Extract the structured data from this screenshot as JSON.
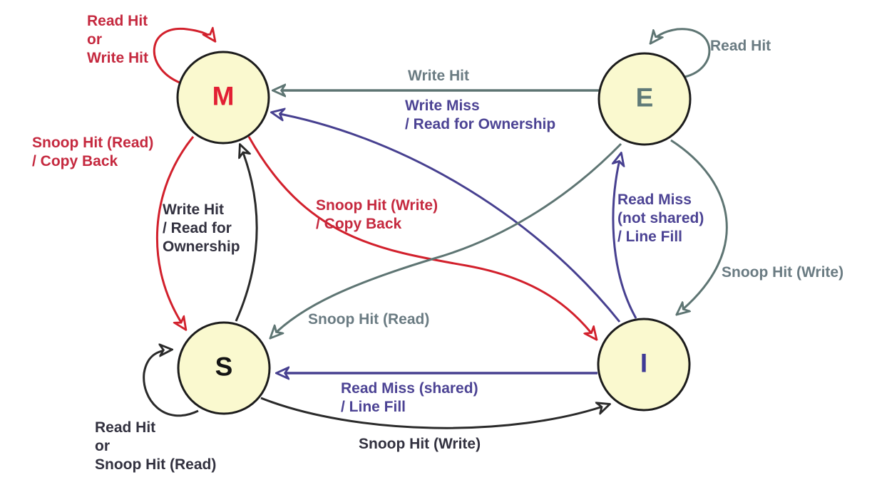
{
  "diagram": {
    "colors": {
      "node-fill": "#FAF9CF",
      "node-border": "#1C1C1C",
      "arrow-red": "#D2202C",
      "arrow-gray": "#5E7573",
      "arrow-purple": "#474090",
      "arrow-black": "#2A2A2A",
      "label-red": "#C5293F",
      "label-gray": "#6A7B82",
      "label-purple": "#4C4394",
      "label-dark": "#32313F",
      "state-m": "#E21F33",
      "state-e": "#5F7A78",
      "state-s": "#141414",
      "state-i": "#3E3A96"
    },
    "states": [
      {
        "id": "M",
        "label": "M"
      },
      {
        "id": "E",
        "label": "E"
      },
      {
        "id": "S",
        "label": "S"
      },
      {
        "id": "I",
        "label": "I"
      }
    ],
    "transitions": [
      {
        "from": "M",
        "to": "M",
        "color": "red",
        "label": "Read Hit\nor\nWrite Hit"
      },
      {
        "from": "E",
        "to": "E",
        "color": "gray",
        "label": "Read Hit"
      },
      {
        "from": "E",
        "to": "M",
        "color": "gray",
        "label": "Write Hit"
      },
      {
        "from": "I",
        "to": "M",
        "color": "purple",
        "label": "Write Miss\n/ Read for Ownership"
      },
      {
        "from": "M",
        "to": "S",
        "color": "red",
        "label": "Snoop Hit (Read)\n/ Copy Back"
      },
      {
        "from": "S",
        "to": "M",
        "color": "black",
        "label": "Write Hit\n/ Read for\nOwnership"
      },
      {
        "from": "M",
        "to": "I",
        "color": "red",
        "label": "Snoop Hit (Write)\n/ Copy Back"
      },
      {
        "from": "I",
        "to": "E",
        "color": "purple",
        "label": "Read Miss\n(not shared)\n/ Line Fill"
      },
      {
        "from": "E",
        "to": "I",
        "color": "gray",
        "label": "Snoop Hit (Write)"
      },
      {
        "from": "E",
        "to": "S",
        "color": "gray",
        "label": "Snoop Hit (Read)"
      },
      {
        "from": "I",
        "to": "S",
        "color": "purple",
        "label": "Read Miss (shared)\n/ Line Fill"
      },
      {
        "from": "S",
        "to": "I",
        "color": "black",
        "label": "Snoop Hit (Write)"
      },
      {
        "from": "S",
        "to": "S",
        "color": "black",
        "label": "Read Hit\nor\nSnoop Hit (Read)"
      }
    ]
  }
}
